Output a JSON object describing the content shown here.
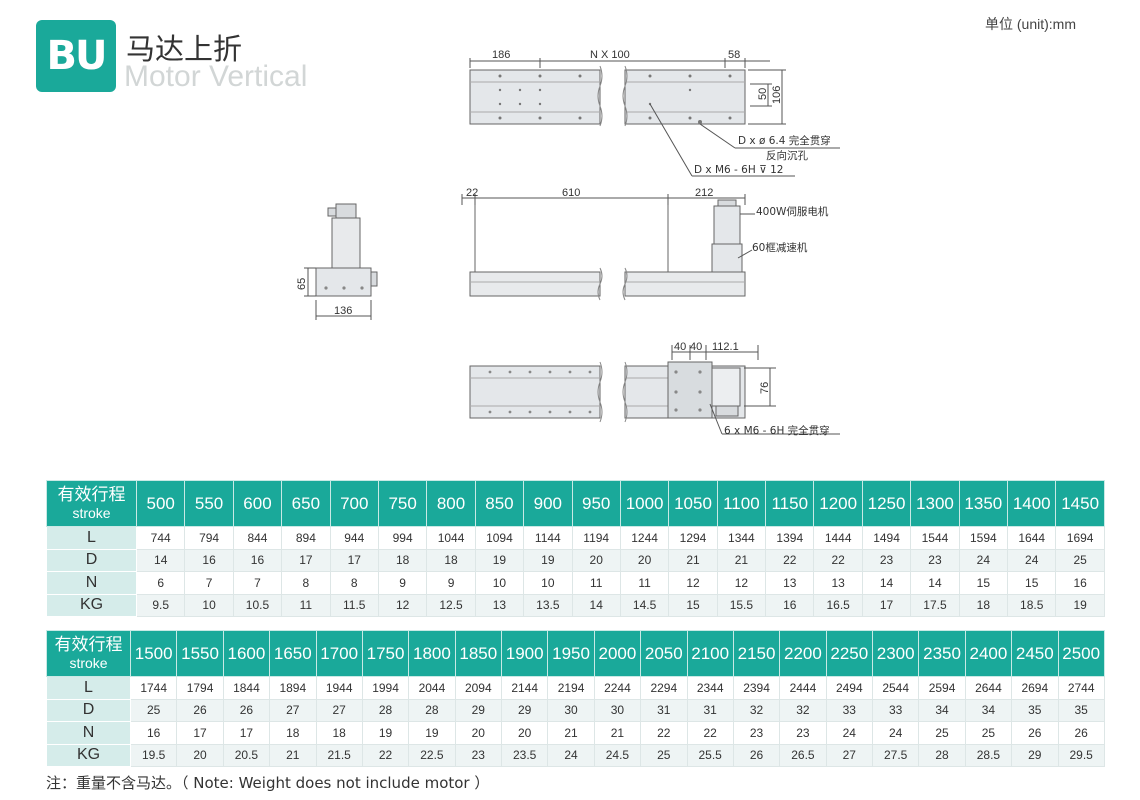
{
  "brand": {
    "logo_text": "BU",
    "title_cn": "马达上折",
    "title_en": "Motor Vertical",
    "unit_label": "单位 (unit):mm"
  },
  "drawing": {
    "top_view": {
      "dim_left": "186",
      "dim_mid": "N X 100",
      "dim_right": "58",
      "dim_50": "50",
      "dim_106": "106",
      "callout_1": "D x ø 6.4 完全贯穿",
      "callout_2": "反向沉孔",
      "callout_3": "D x  M6 - 6H ⊽ 12"
    },
    "side_view": {
      "dim_22": "22",
      "dim_610": "610",
      "dim_212": "212",
      "motor_label": "400W伺服电机",
      "reducer_label": "60框减速机"
    },
    "end_view": {
      "dim_65": "65",
      "dim_136": "136"
    },
    "bottom_view": {
      "dim_40a": "40",
      "dim_40b": "40",
      "dim_112": "112.1",
      "dim_76": "76",
      "callout": "6 x  M6 - 6H 完全贯穿"
    }
  },
  "tables": [
    {
      "header_cn": "有效行程",
      "header_en": "stroke",
      "strokes": [
        "500",
        "550",
        "600",
        "650",
        "700",
        "750",
        "800",
        "850",
        "900",
        "950",
        "1000",
        "1050",
        "1100",
        "1150",
        "1200",
        "1250",
        "1300",
        "1350",
        "1400",
        "1450"
      ],
      "rows": [
        {
          "label": "L",
          "values": [
            "744",
            "794",
            "844",
            "894",
            "944",
            "994",
            "1044",
            "1094",
            "1144",
            "1194",
            "1244",
            "1294",
            "1344",
            "1394",
            "1444",
            "1494",
            "1544",
            "1594",
            "1644",
            "1694"
          ]
        },
        {
          "label": "D",
          "values": [
            "14",
            "16",
            "16",
            "17",
            "17",
            "18",
            "18",
            "19",
            "19",
            "20",
            "20",
            "21",
            "21",
            "22",
            "22",
            "23",
            "23",
            "24",
            "24",
            "25"
          ]
        },
        {
          "label": "N",
          "values": [
            "6",
            "7",
            "7",
            "8",
            "8",
            "9",
            "9",
            "10",
            "10",
            "11",
            "11",
            "12",
            "12",
            "13",
            "13",
            "14",
            "14",
            "15",
            "15",
            "16"
          ]
        },
        {
          "label": "KG",
          "values": [
            "9.5",
            "10",
            "10.5",
            "11",
            "11.5",
            "12",
            "12.5",
            "13",
            "13.5",
            "14",
            "14.5",
            "15",
            "15.5",
            "16",
            "16.5",
            "17",
            "17.5",
            "18",
            "18.5",
            "19"
          ]
        }
      ]
    },
    {
      "header_cn": "有效行程",
      "header_en": "stroke",
      "strokes": [
        "1500",
        "1550",
        "1600",
        "1650",
        "1700",
        "1750",
        "1800",
        "1850",
        "1900",
        "1950",
        "2000",
        "2050",
        "2100",
        "2150",
        "2200",
        "2250",
        "2300",
        "2350",
        "2400",
        "2450",
        "2500"
      ],
      "rows": [
        {
          "label": "L",
          "values": [
            "1744",
            "1794",
            "1844",
            "1894",
            "1944",
            "1994",
            "2044",
            "2094",
            "2144",
            "2194",
            "2244",
            "2294",
            "2344",
            "2394",
            "2444",
            "2494",
            "2544",
            "2594",
            "2644",
            "2694",
            "2744"
          ]
        },
        {
          "label": "D",
          "values": [
            "25",
            "26",
            "26",
            "27",
            "27",
            "28",
            "28",
            "29",
            "29",
            "30",
            "30",
            "31",
            "31",
            "32",
            "32",
            "33",
            "33",
            "34",
            "34",
            "35",
            "35"
          ]
        },
        {
          "label": "N",
          "values": [
            "16",
            "17",
            "17",
            "18",
            "18",
            "19",
            "19",
            "20",
            "20",
            "21",
            "21",
            "22",
            "22",
            "23",
            "23",
            "24",
            "24",
            "25",
            "25",
            "26",
            "26"
          ]
        },
        {
          "label": "KG",
          "values": [
            "19.5",
            "20",
            "20.5",
            "21",
            "21.5",
            "22",
            "22.5",
            "23",
            "23.5",
            "24",
            "24.5",
            "25",
            "25.5",
            "26",
            "26.5",
            "27",
            "27.5",
            "28",
            "28.5",
            "29",
            "29.5"
          ]
        }
      ]
    }
  ],
  "note": "注：重量不含马达。（ Note: Weight does not include motor ）",
  "colors": {
    "accent": "#1aa99a",
    "label_bg": "#d5ecea",
    "stripe": "#eef4f4"
  }
}
